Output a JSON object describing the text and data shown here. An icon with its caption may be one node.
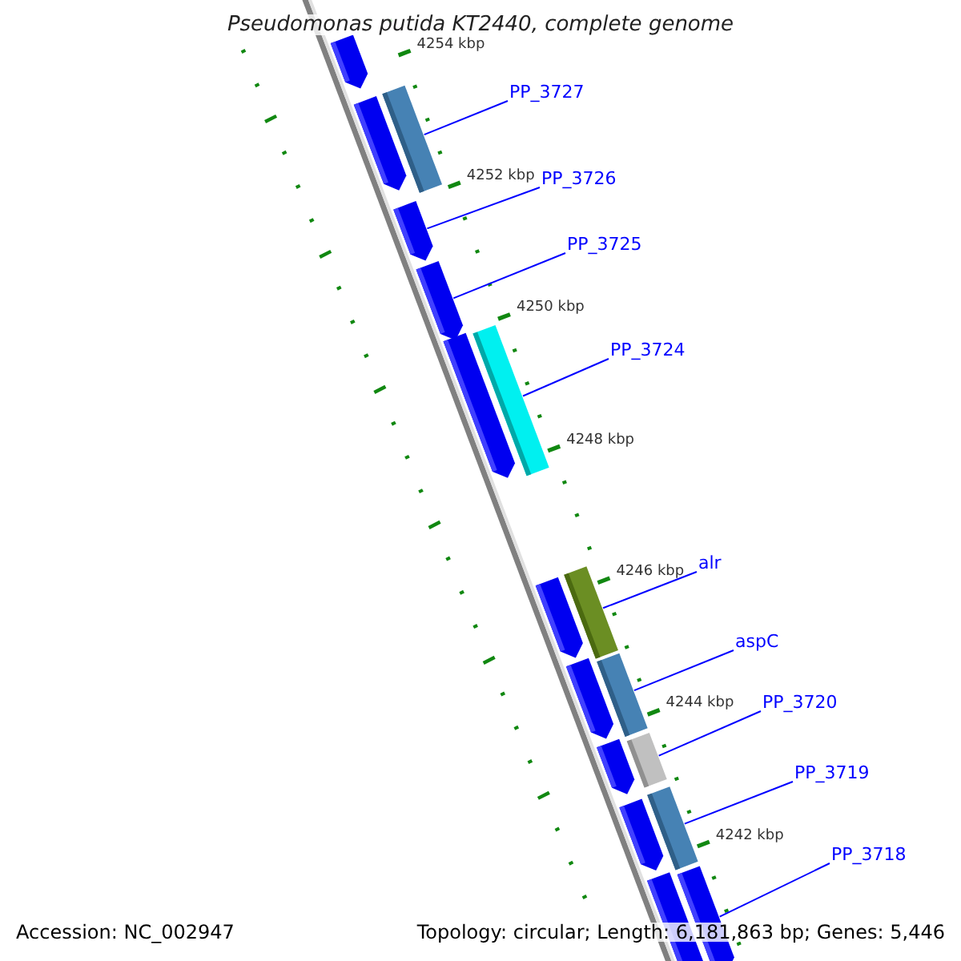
{
  "diagram": {
    "title": "Pseudomonas putida KT2440, complete genome",
    "nodes": [
      {
        "text": [
          "PP_3727"
        ]
      },
      {
        "text": [],
        "shape": "box"
      },
      {
        "text": [
          "PP_3726"
        ]
      },
      {
        "text": [],
        "shape": "pentagon"
      },
      {
        "text": [
          "PP_3725"
        ]
      },
      {
        "text": [],
        "shape": "pentagon"
      },
      {
        "text": [
          "PP_3724"
        ]
      },
      {
        "text": [],
        "shape": "box"
      },
      {
        "text": [
          "alr"
        ]
      },
      {
        "text": [],
        "shape": "box"
      },
      {
        "text": [
          "aspC"
        ]
      },
      {
        "text": [],
        "shape": "box"
      },
      {
        "text": [
          "PP_3720"
        ]
      },
      {
        "text": [],
        "shape": "box"
      },
      {
        "text": [
          "PP_3719"
        ]
      },
      {
        "text": [],
        "shape": "box"
      },
      {
        "text": [
          "PP_3718"
        ]
      },
      {
        "text": [],
        "shape": "pentagon"
      },
      {
        "text": [],
        "shape": "pentagon"
      },
      {
        "text": [],
        "shape": "pentagon"
      },
      {
        "text": [],
        "shape": "pentagon"
      },
      {
        "text": [],
        "shape": "pentagon"
      },
      {
        "text": [],
        "shape": "pentagon"
      },
      {
        "text": [],
        "shape": "pentagon"
      },
      {
        "text": [],
        "shape": "pentagon"
      },
      {
        "text": [],
        "shape": "pentagon"
      }
    ],
    "edges": [
      {
        "from": 0,
        "to": 1,
        "arrow": "none"
      },
      {
        "from": 2,
        "to": 3,
        "arrow": "none"
      },
      {
        "from": 4,
        "to": 5,
        "arrow": "none"
      },
      {
        "from": 6,
        "to": 7,
        "arrow": "none"
      },
      {
        "from": 8,
        "to": 9,
        "arrow": "none"
      },
      {
        "from": 10,
        "to": 11,
        "arrow": "none"
      },
      {
        "from": 12,
        "to": 13,
        "arrow": "none"
      },
      {
        "from": 14,
        "to": 15,
        "arrow": "none"
      },
      {
        "from": 16,
        "to": 17,
        "arrow": "none"
      }
    ],
    "labels": [
      "4254 kbp",
      "4252 kbp",
      "4250 kbp",
      "4248 kbp",
      "4246 kbp",
      "4244 kbp",
      "4242 kbp",
      "Accession: NC_002947",
      "Topology: circular; Length: 6,181,863 bp; Genes: 5,446"
    ]
  }
}
